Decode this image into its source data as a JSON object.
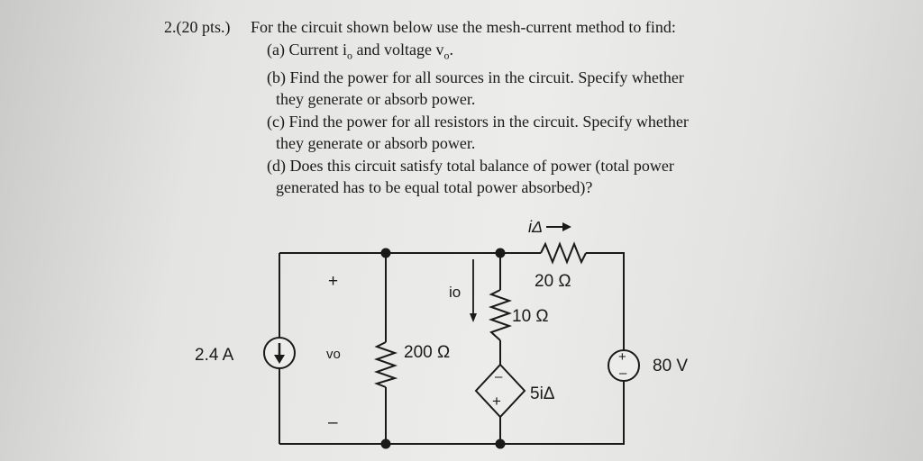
{
  "problem": {
    "number": "2.(20 pts.)",
    "intro": "For the circuit shown below use the mesh-current method to find:",
    "part_a_prefix": "(a) Current i",
    "part_a_sub1": "o",
    "part_a_mid": " and voltage v",
    "part_a_sub2": "o",
    "part_a_end": ".",
    "part_b_line1": "(b) Find the power for all sources in the circuit. Specify whether",
    "part_b_line2": "they generate or absorb power.",
    "part_c_line1": "(c) Find the power for all resistors in the circuit. Specify whether",
    "part_c_line2": "they generate or absorb power.",
    "part_d_line1": "(d) Does this circuit satisfy total balance of power (total power",
    "part_d_line2": "generated has to be equal total power absorbed)?"
  },
  "circuit": {
    "current_source_label": "2.4 A",
    "vo_plus": "+",
    "vo_label": "vo",
    "vo_minus": "–",
    "r200_label": "200 Ω",
    "io_label": "io",
    "r10_label": "10 Ω",
    "r20_label": "20 Ω",
    "idelta_label": "iΔ",
    "dep_source_label": "5iΔ",
    "dep_plus": "+",
    "dep_minus": "–",
    "v80_label": "80 V",
    "v80_plus": "+",
    "v80_minus": "–"
  }
}
